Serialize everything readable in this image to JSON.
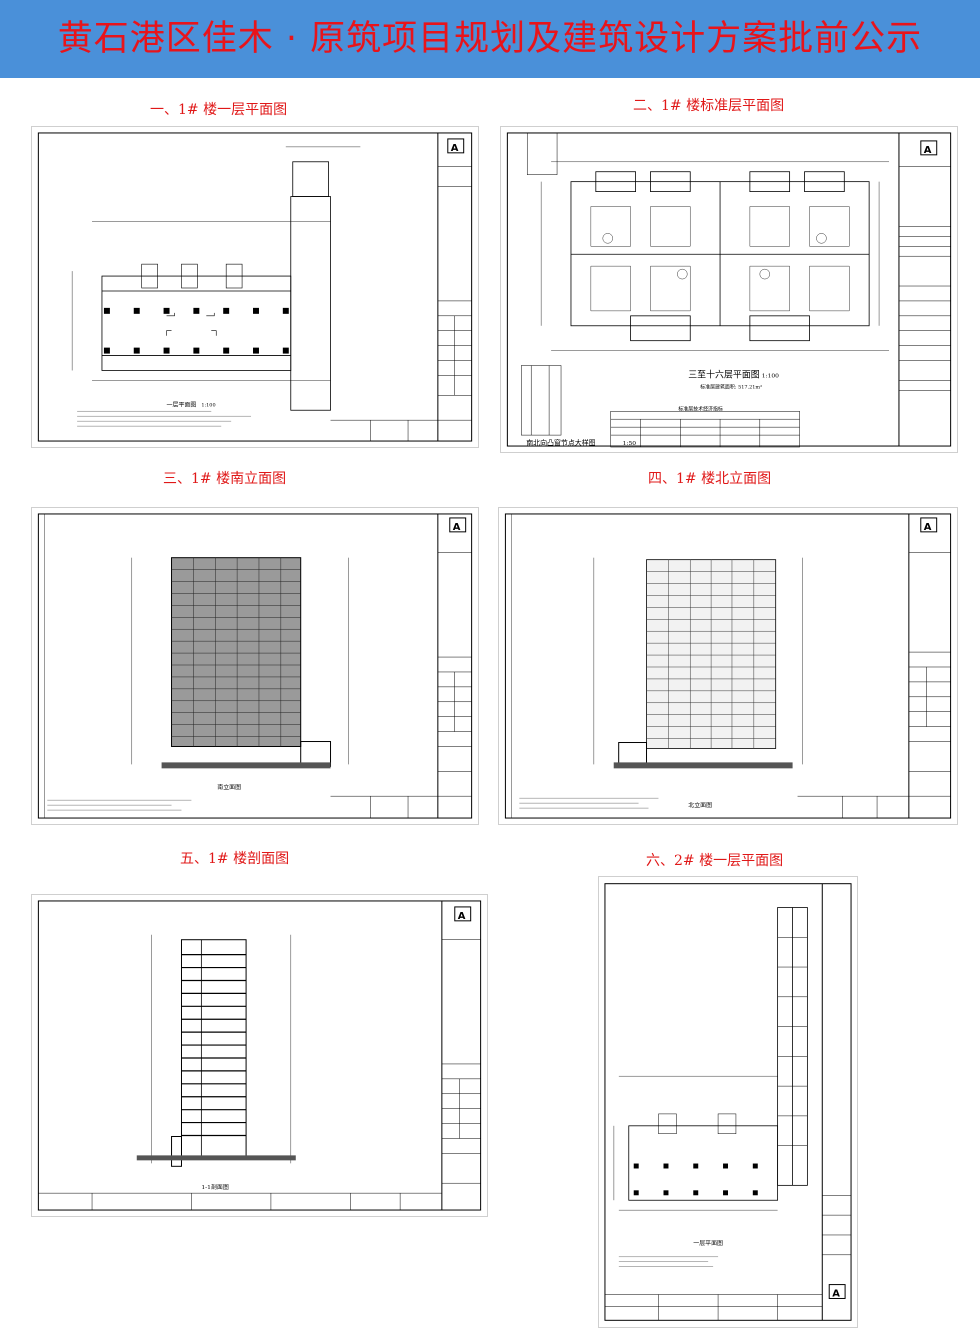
{
  "banner": {
    "title": "黄石港区佳木 · 原筑项目规划及建筑设计方案批前公示",
    "bg_color": "#4a90d9",
    "title_color": "#e8141b"
  },
  "caption_color": "#e01818",
  "sheets": [
    {
      "caption": "一、1# 楼一层平面图",
      "drawing_title": "一层平面图",
      "scale": "1:100"
    },
    {
      "caption": "二、1# 楼标准层平面图",
      "drawing_title": "三至十六层平面图",
      "scale": "1:100",
      "area_note": "标准层建筑面积: 517.21m²",
      "table_title": "标准层技术经济指标",
      "detail_title": "南北向凸窗节点大样图",
      "detail_scale": "1:50"
    },
    {
      "caption": "三、1# 楼南立面图",
      "drawing_title": "南立面图"
    },
    {
      "caption": "四、1# 楼北立面图",
      "drawing_title": "北立面图"
    },
    {
      "caption": "五、1# 楼剖面图",
      "drawing_title": "1-1剖面图"
    },
    {
      "caption": "六、2# 楼一层平面图",
      "drawing_title": "一层平面图"
    }
  ]
}
